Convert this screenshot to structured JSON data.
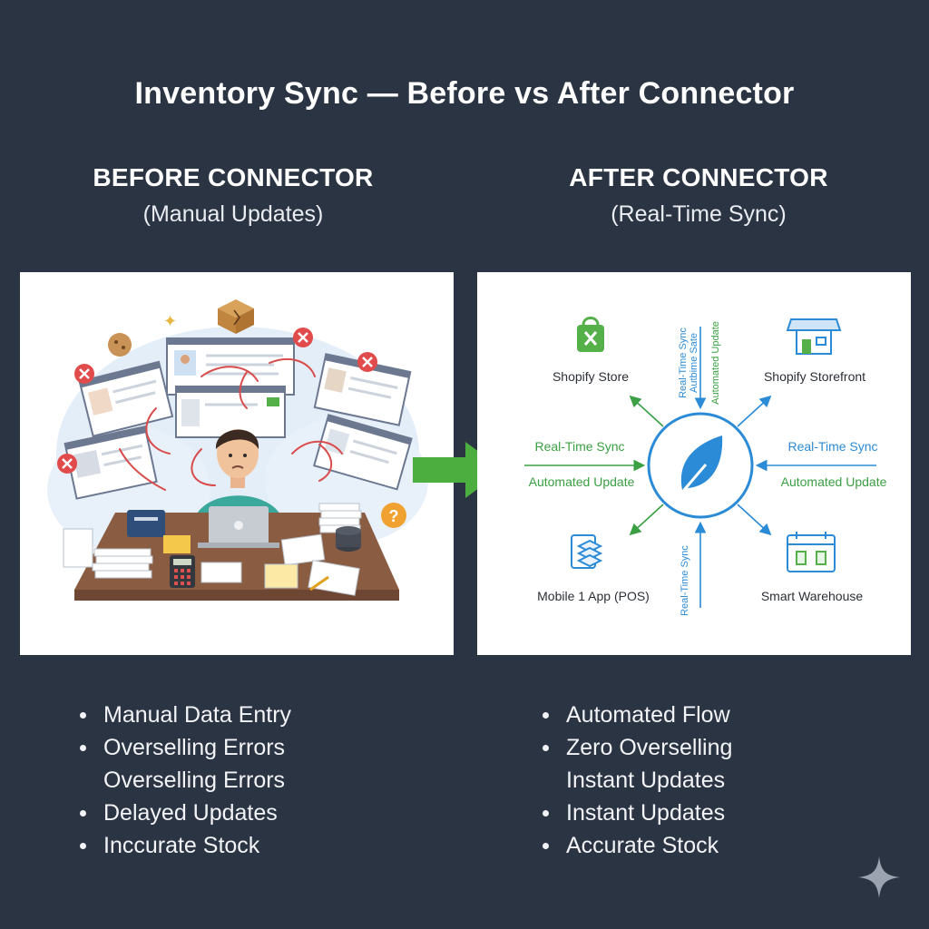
{
  "title": "Inventory Sync — Before vs After Connector",
  "colors": {
    "background": "#2b3443",
    "accent_green": "#4cae3f",
    "accent_blue": "#2c8bd6"
  },
  "before": {
    "heading": "BEFORE CONNECTOR",
    "subheading": "(Manual Updates)",
    "bullets": [
      "Manual Data Entry",
      "Overselling Errors",
      "Overselling Errors",
      "Delayed Updates",
      "Inccurate Stock"
    ]
  },
  "after": {
    "heading": "AFTER CONNECTOR",
    "subheading": "(Real-Time Sync)",
    "bullets": [
      "Automated Flow",
      "Zero Overselling",
      "Instant Updates",
      "Instant Updates",
      "Accurate Stock"
    ],
    "nodes": {
      "top_left": "Shopify Store",
      "top_right": "Shopify Storefront",
      "bottom_left": "Mobile 1 App (POS)",
      "bottom_right": "Smart Warehouse"
    },
    "sync_labels": {
      "left_top": "Real-Time Sync",
      "left_bottom": "Automated Update",
      "right_top": "Real-Time Sync",
      "right_bottom": "Automated Update",
      "top_vertical_1": "Real-Time Sync",
      "top_vertical_2": "Automated Update",
      "top_vertical_3": "Autbime Sate",
      "bottom_vertical": "Real-Time Sync"
    },
    "icons": [
      "shopping-bag-icon",
      "storefront-icon",
      "layers-app-icon",
      "warehouse-icon",
      "leaf-icon"
    ]
  }
}
